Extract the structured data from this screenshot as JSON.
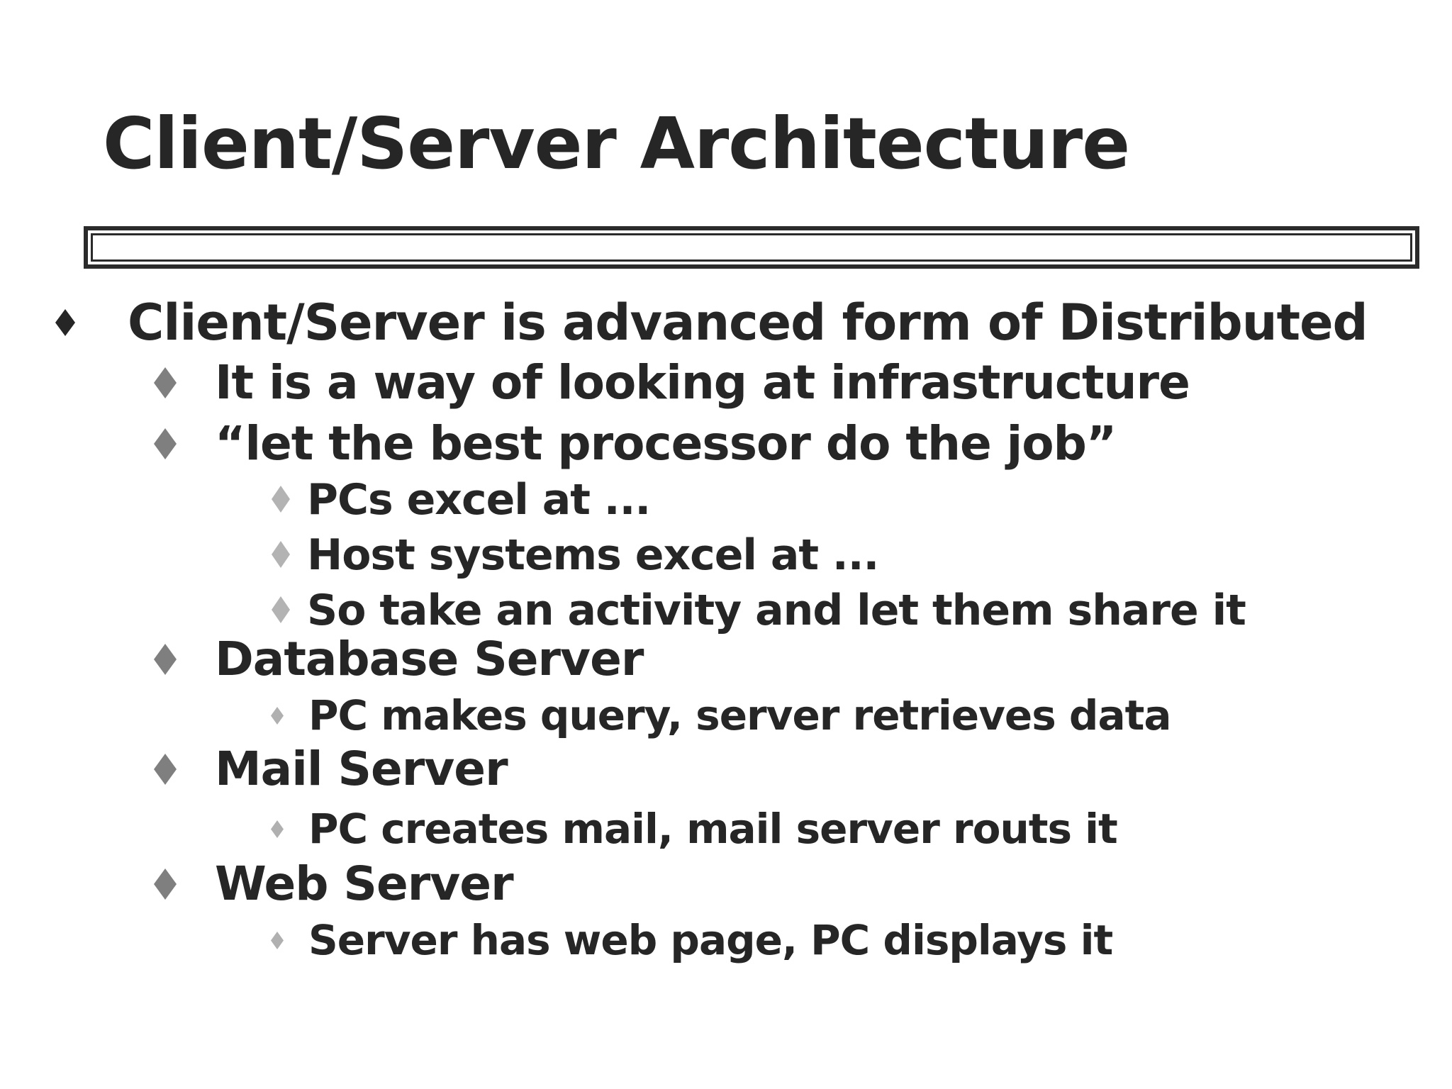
{
  "slide": {
    "title": "Client/Server Architecture",
    "colors": {
      "background": "#ffffff",
      "text": "#262626",
      "divider_edge": "#2b2b2b",
      "bullet_level1": "#262626",
      "bullet_level2": "#7f7f7f",
      "bullet_level3": "#b3b3b3",
      "bullet_level4": "#b0b0b0"
    },
    "list": {
      "items": [
        {
          "level": 1,
          "text": "Client/Server is advanced form of Distributed"
        },
        {
          "level": 2,
          "text": "It is a way of looking at infrastructure"
        },
        {
          "level": 2,
          "text": "“let the best processor do the job”"
        },
        {
          "level": 3,
          "text": "PCs excel at ..."
        },
        {
          "level": 3,
          "text": "Host systems excel at ..."
        },
        {
          "level": 3,
          "text": "So take an activity and let them share it"
        },
        {
          "level": 2,
          "text": "Database Server"
        },
        {
          "level": 4,
          "text": "PC makes query, server retrieves data"
        },
        {
          "level": 2,
          "text": "Mail Server"
        },
        {
          "level": 4,
          "text": "PC creates mail, mail server routs it"
        },
        {
          "level": 2,
          "text": "Web Server"
        },
        {
          "level": 4,
          "text": "Server has web page, PC displays it"
        }
      ]
    }
  }
}
